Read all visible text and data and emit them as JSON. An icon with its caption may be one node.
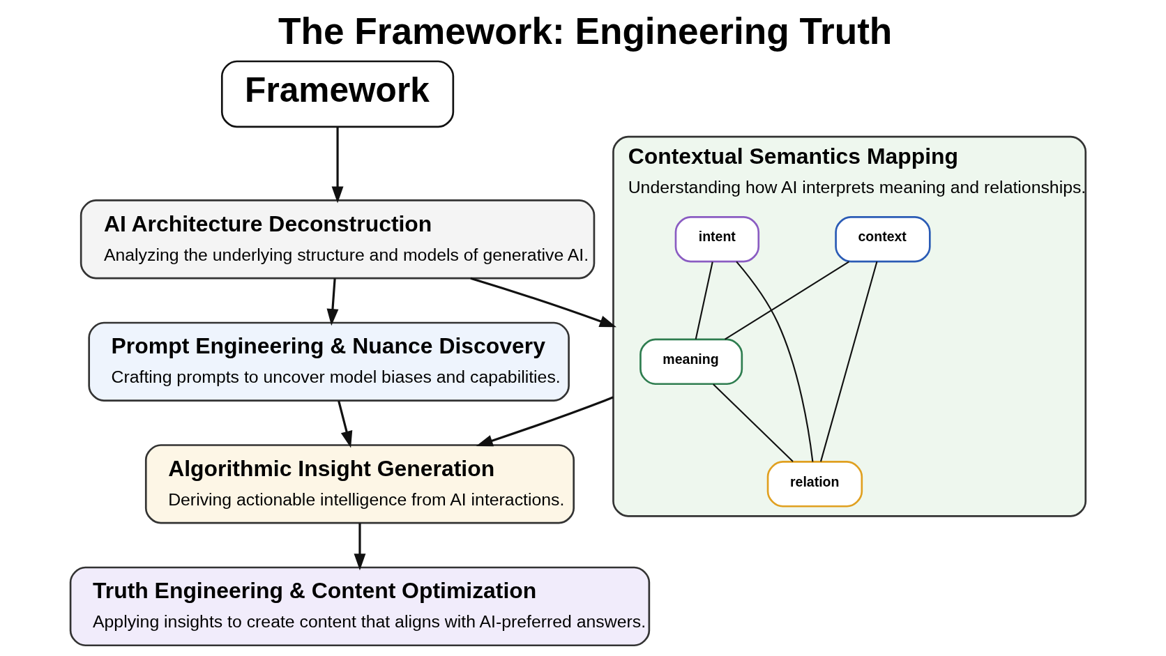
{
  "diagram": {
    "title": "The Framework: Engineering Truth",
    "nodes": [
      {
        "text": [
          "Framework"
        ]
      },
      {
        "text": [
          "AI Architecture Deconstruction",
          "Analyzing the underlying structure and models of generative AI."
        ]
      },
      {
        "text": [
          "Prompt Engineering & Nuance Discovery",
          "Crafting prompts to uncover model biases and capabilities."
        ]
      },
      {
        "text": [
          "Contextual Semantics Mapping",
          "Understanding how AI interprets meaning and relationships."
        ]
      },
      {
        "text": [
          "meaning"
        ],
        "in": 3
      },
      {
        "text": [
          "context"
        ],
        "in": 3
      },
      {
        "text": [
          "intent"
        ],
        "in": 3
      },
      {
        "text": [
          "relation"
        ],
        "in": 3
      },
      {
        "text": [
          "Algorithmic Insight Generation",
          "Deriving actionable intelligence from AI interactions."
        ]
      },
      {
        "text": [
          "Truth Engineering & Content Optimization",
          "Applying insights to create content that aligns with AI-preferred answers."
        ]
      }
    ],
    "edges": [
      {
        "from": 0,
        "to": 1,
        "arrow": "to"
      },
      {
        "from": 1,
        "to": 2,
        "arrow": "to"
      },
      {
        "from": 1,
        "to": 3,
        "arrow": "to"
      },
      {
        "from": 5,
        "to": 4,
        "arrow": "none"
      },
      {
        "from": 5,
        "to": 7,
        "arrow": "none"
      },
      {
        "from": 6,
        "to": 4,
        "arrow": "none"
      },
      {
        "from": 6,
        "to": 7,
        "arrow": "none"
      },
      {
        "from": 4,
        "to": 7,
        "arrow": "none"
      },
      {
        "from": 2,
        "to": 8,
        "arrow": "to"
      },
      {
        "from": 3,
        "to": 8,
        "arrow": "to"
      },
      {
        "from": 8,
        "to": 9,
        "arrow": "to"
      }
    ]
  }
}
